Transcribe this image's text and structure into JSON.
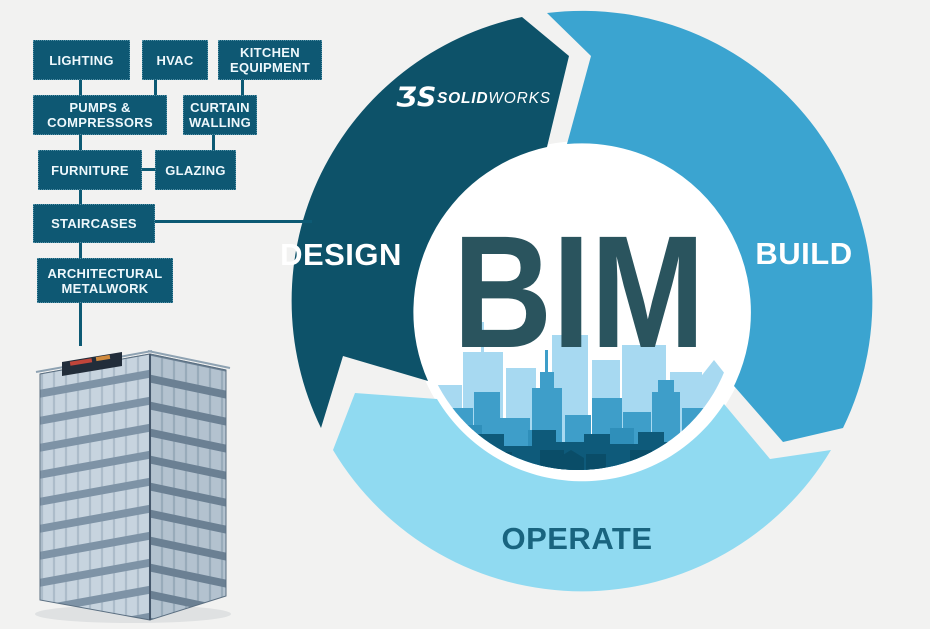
{
  "cycle": {
    "center_label": "BIM",
    "phases": [
      {
        "id": "design",
        "label": "DESIGN"
      },
      {
        "id": "build",
        "label": "BUILD"
      },
      {
        "id": "operate",
        "label": "OPERATE"
      }
    ]
  },
  "logo": {
    "glyph": "ƷS",
    "name_bold": "SOLID",
    "name_light": "WORKS"
  },
  "flowchart": {
    "items": [
      {
        "id": "lighting",
        "label": "LIGHTING"
      },
      {
        "id": "hvac",
        "label": "HVAC"
      },
      {
        "id": "kitchen-equipment",
        "label": "KITCHEN EQUIPMENT"
      },
      {
        "id": "pumps-compressors",
        "label": "PUMPS & COMPRESSORS"
      },
      {
        "id": "curtain-walling",
        "label": "CURTAIN WALLING"
      },
      {
        "id": "furniture",
        "label": "FURNITURE"
      },
      {
        "id": "glazing",
        "label": "GLAZING"
      },
      {
        "id": "staircases",
        "label": "STAIRCASES"
      },
      {
        "id": "architectural-metalwork",
        "label": "ARCHITECTURAL METALWORK"
      }
    ]
  },
  "colors": {
    "background": "#f2f2f1",
    "design_segment": "#0d5269",
    "build_segment": "#3ba4d0",
    "operate_segment": "#90daf1",
    "phase_label_light": "#ffffff",
    "operate_label_text": "#19647f",
    "bim_text": "#2a545e",
    "flow_box": "#0e5873",
    "connector": "#0d5a74",
    "skyline_light": "#a7d9f1",
    "skyline_mid": "#3e9ec9",
    "skyline_dark": "#0e5a7a"
  }
}
